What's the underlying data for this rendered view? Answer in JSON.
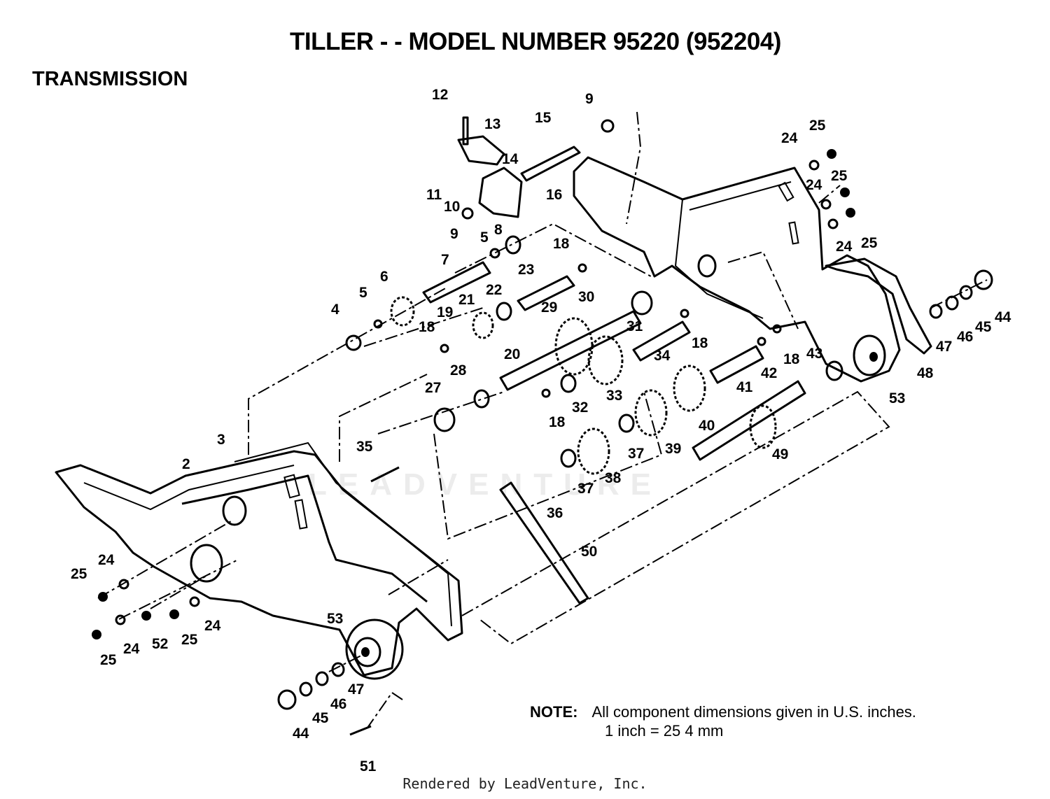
{
  "title": "TILLER - - MODEL NUMBER 95220 (952204)",
  "section": "TRANSMISSION",
  "note": {
    "label": "NOTE:",
    "line1": "All component dimensions given in U.S. inches.",
    "line2": "1 inch = 25 4 mm"
  },
  "footer": "Rendered by LeadVenture, Inc.",
  "watermark": "LEADVENTURE",
  "callouts": [
    {
      "id": "c12",
      "label": "12"
    },
    {
      "id": "c13",
      "label": "13"
    },
    {
      "id": "c15",
      "label": "15"
    },
    {
      "id": "c9a",
      "label": "9"
    },
    {
      "id": "c14",
      "label": "14"
    },
    {
      "id": "c11",
      "label": "11"
    },
    {
      "id": "c10",
      "label": "10"
    },
    {
      "id": "c16",
      "label": "16"
    },
    {
      "id": "c9b",
      "label": "9"
    },
    {
      "id": "c8",
      "label": "8"
    },
    {
      "id": "c5a",
      "label": "5"
    },
    {
      "id": "c7",
      "label": "7"
    },
    {
      "id": "c18a",
      "label": "18"
    },
    {
      "id": "c23",
      "label": "23"
    },
    {
      "id": "c6",
      "label": "6"
    },
    {
      "id": "c5b",
      "label": "5"
    },
    {
      "id": "c4",
      "label": "4"
    },
    {
      "id": "c21",
      "label": "21"
    },
    {
      "id": "c22",
      "label": "22"
    },
    {
      "id": "c19",
      "label": "19"
    },
    {
      "id": "c18b",
      "label": "18"
    },
    {
      "id": "c20",
      "label": "20"
    },
    {
      "id": "c29",
      "label": "29"
    },
    {
      "id": "c30",
      "label": "30"
    },
    {
      "id": "c31",
      "label": "31"
    },
    {
      "id": "c18c",
      "label": "18"
    },
    {
      "id": "c34",
      "label": "34"
    },
    {
      "id": "c33",
      "label": "33"
    },
    {
      "id": "c28",
      "label": "28"
    },
    {
      "id": "c27",
      "label": "27"
    },
    {
      "id": "c32",
      "label": "32"
    },
    {
      "id": "c18d",
      "label": "18"
    },
    {
      "id": "c35",
      "label": "35"
    },
    {
      "id": "c3",
      "label": "3"
    },
    {
      "id": "c2",
      "label": "2"
    },
    {
      "id": "c38",
      "label": "38"
    },
    {
      "id": "c37a",
      "label": "37"
    },
    {
      "id": "c39",
      "label": "39"
    },
    {
      "id": "c37b",
      "label": "37"
    },
    {
      "id": "c36",
      "label": "36"
    },
    {
      "id": "c40",
      "label": "40"
    },
    {
      "id": "c41",
      "label": "41"
    },
    {
      "id": "c42",
      "label": "42"
    },
    {
      "id": "c18e",
      "label": "18"
    },
    {
      "id": "c43",
      "label": "43"
    },
    {
      "id": "c49",
      "label": "49"
    },
    {
      "id": "c53a",
      "label": "53"
    },
    {
      "id": "c48",
      "label": "48"
    },
    {
      "id": "c47a",
      "label": "47"
    },
    {
      "id": "c46a",
      "label": "46"
    },
    {
      "id": "c45a",
      "label": "45"
    },
    {
      "id": "c44a",
      "label": "44"
    },
    {
      "id": "c24a",
      "label": "24"
    },
    {
      "id": "c25a",
      "label": "25"
    },
    {
      "id": "c25b",
      "label": "25"
    },
    {
      "id": "c24b",
      "label": "24"
    },
    {
      "id": "c24c",
      "label": "24"
    },
    {
      "id": "c25c",
      "label": "25"
    },
    {
      "id": "c50",
      "label": "50"
    },
    {
      "id": "c24d",
      "label": "24"
    },
    {
      "id": "c25d",
      "label": "25"
    },
    {
      "id": "c24e",
      "label": "24"
    },
    {
      "id": "c25e",
      "label": "25"
    },
    {
      "id": "c24f",
      "label": "24"
    },
    {
      "id": "c52",
      "label": "52"
    },
    {
      "id": "c25f",
      "label": "25"
    },
    {
      "id": "c25g",
      "label": "25"
    },
    {
      "id": "c53b",
      "label": "53"
    },
    {
      "id": "c47b",
      "label": "47"
    },
    {
      "id": "c46b",
      "label": "46"
    },
    {
      "id": "c45b",
      "label": "45"
    },
    {
      "id": "c44b",
      "label": "44"
    },
    {
      "id": "c51",
      "label": "51"
    }
  ]
}
